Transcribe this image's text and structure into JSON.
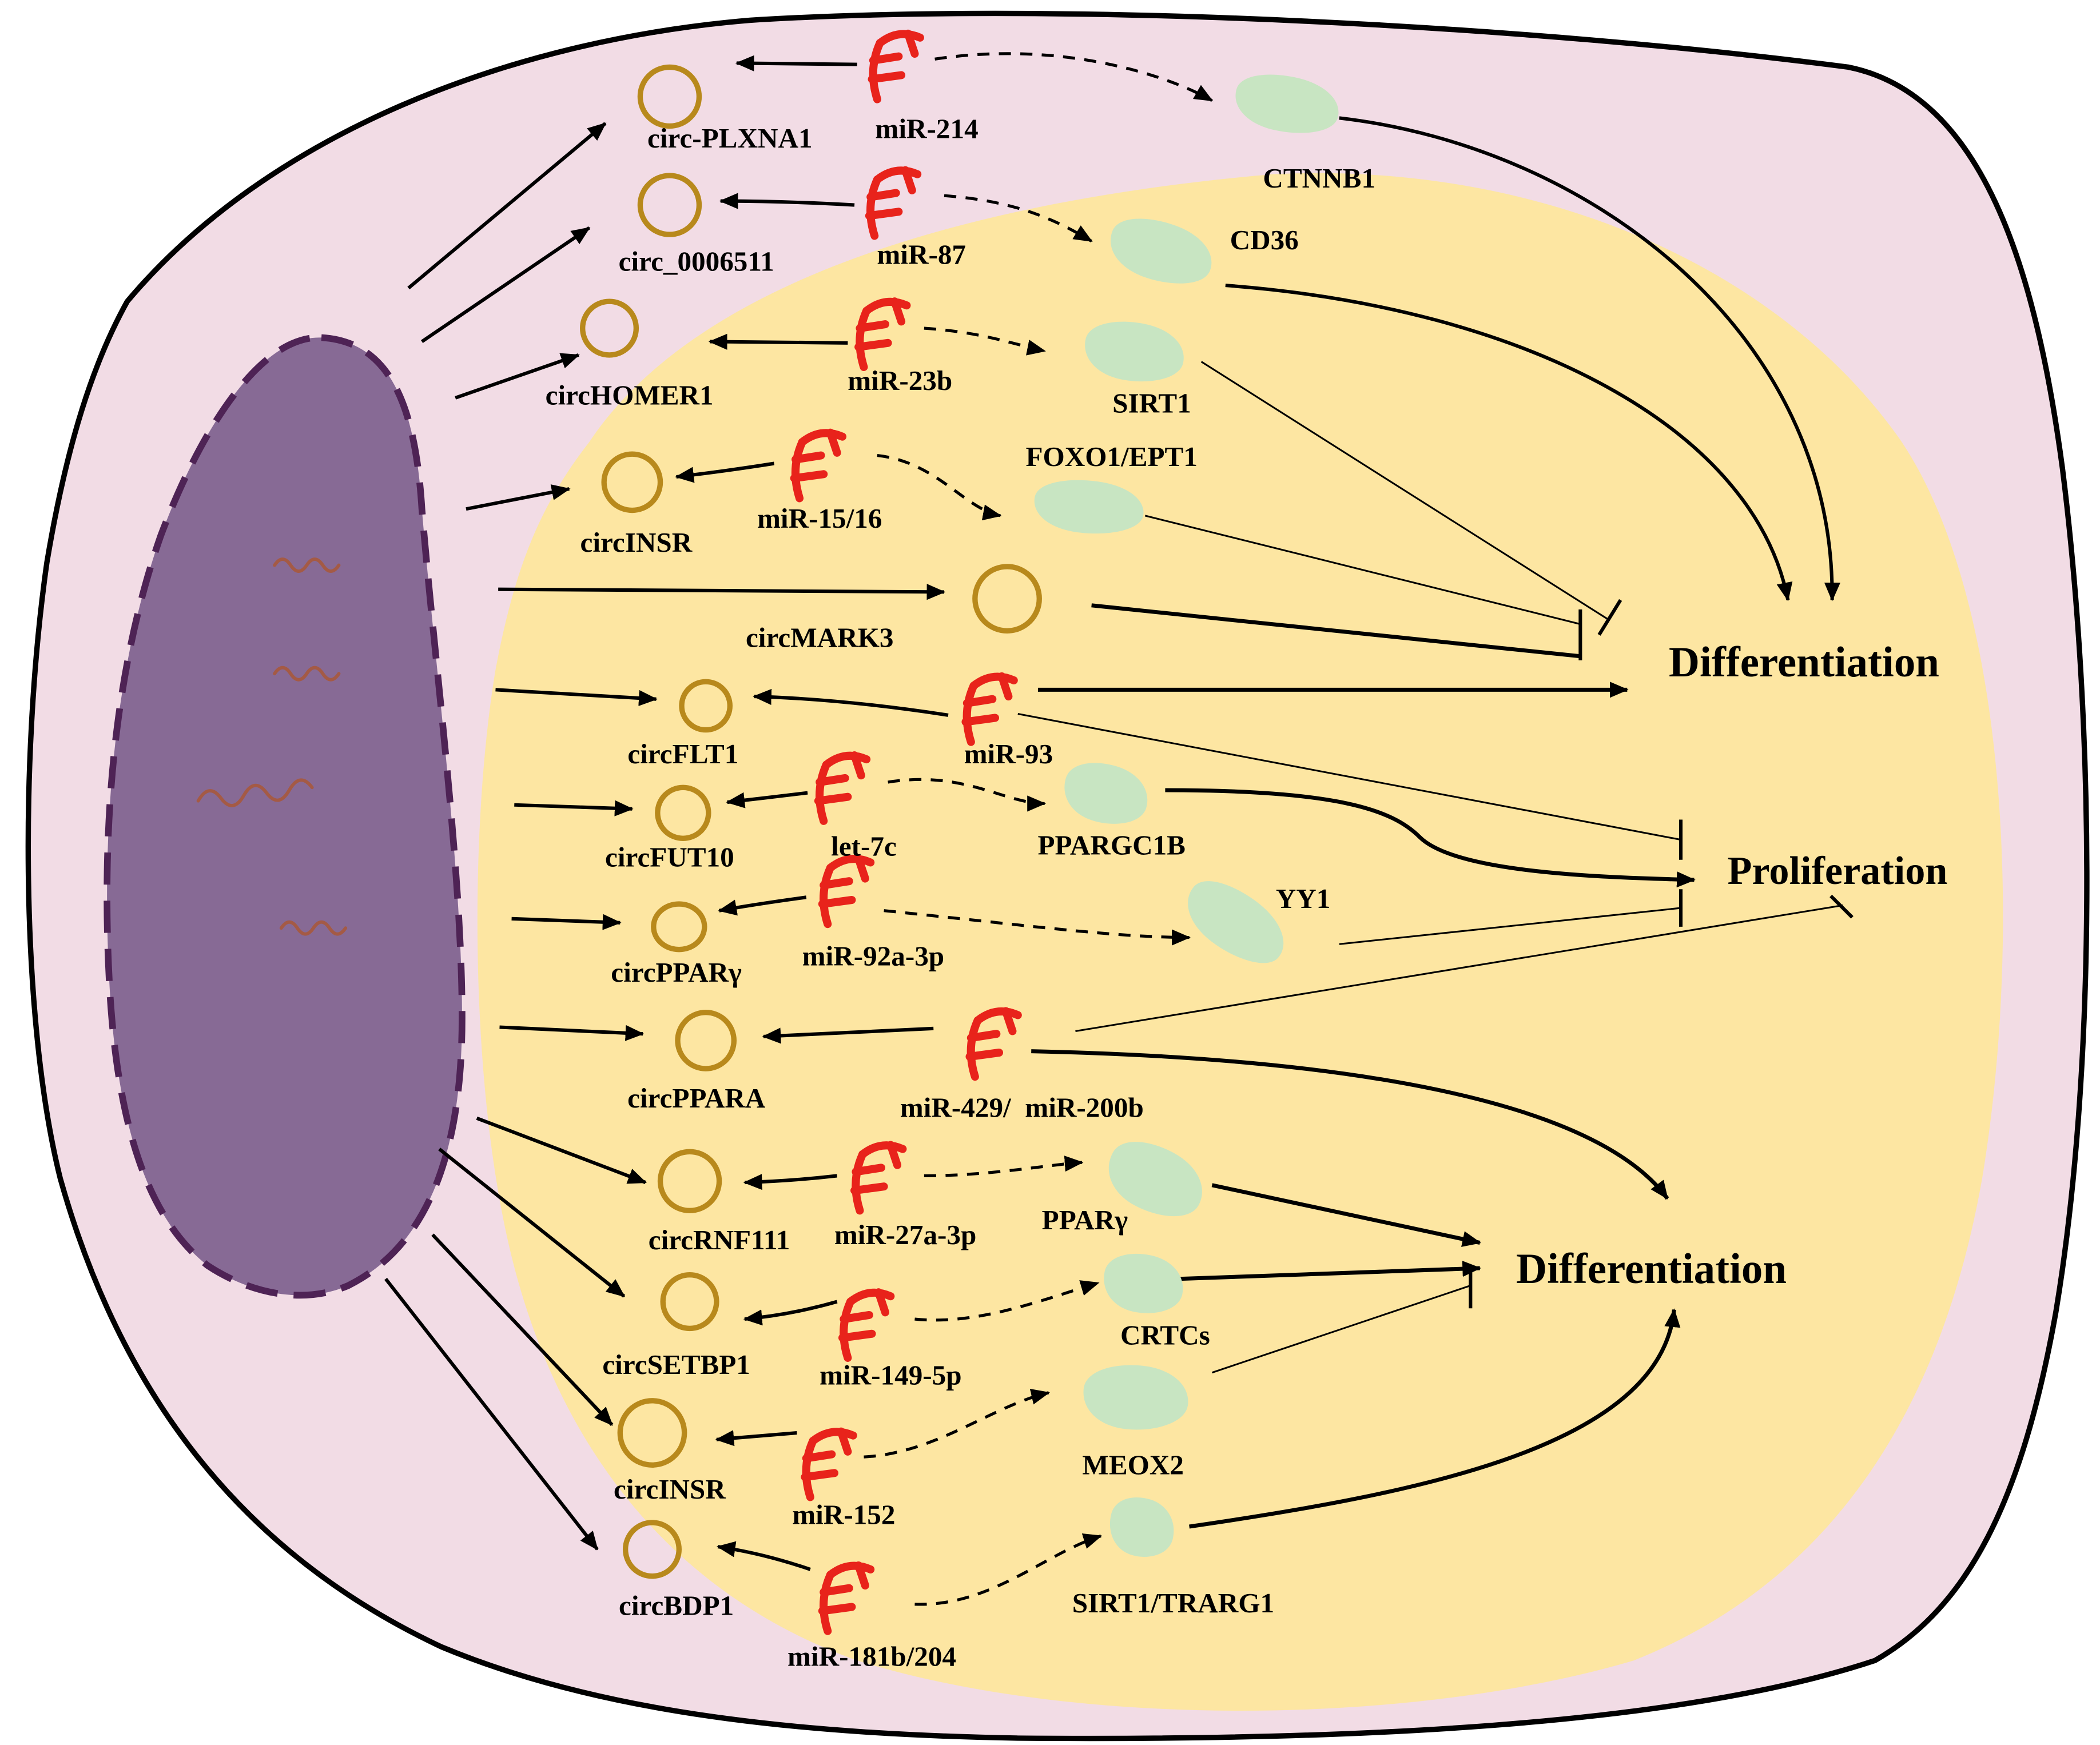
{
  "circrnas": [
    {
      "label": "circ-PLXNA1"
    },
    {
      "label": "circ_0006511"
    },
    {
      "label": "circHOMER1"
    },
    {
      "label": "circINSR"
    },
    {
      "label": "circMARK3"
    },
    {
      "label": "circFLT1"
    },
    {
      "label": "circFUT10"
    },
    {
      "label": "circPPARγ"
    },
    {
      "label": "circPPARA"
    },
    {
      "label": "circRNF111"
    },
    {
      "label": "circSETBP1"
    },
    {
      "label": "circINSR"
    },
    {
      "label": "circBDP1"
    }
  ],
  "mirnas": [
    {
      "label": "miR-214"
    },
    {
      "label": "miR-87"
    },
    {
      "label": "miR-23b"
    },
    {
      "label": "miR-15/16"
    },
    {
      "label": "miR-93"
    },
    {
      "label": "let-7c"
    },
    {
      "label": "miR-92a-3p"
    },
    {
      "label": "miR-429/  miR-200b"
    },
    {
      "label": "miR-27a-3p"
    },
    {
      "label": "miR-149-5p"
    },
    {
      "label": "miR-152"
    },
    {
      "label": "miR-181b/204"
    }
  ],
  "proteins": [
    {
      "label": "CTNNB1"
    },
    {
      "label": "CD36"
    },
    {
      "label": "SIRT1"
    },
    {
      "label": "FOXO1/EPT1"
    },
    {
      "label": "PPARGC1B"
    },
    {
      "label": "YY1"
    },
    {
      "label": "PPARγ"
    },
    {
      "label": "CRTCs"
    },
    {
      "label": "MEOX2"
    },
    {
      "label": "SIRT1/TRARG1"
    }
  ],
  "outcomes": {
    "differentiation_upper": "Differentiation",
    "proliferation": "Proliferation",
    "differentiation_lower": "Differentiation"
  },
  "colors": {
    "cell": "#f2dce5",
    "cytoplasm_zone": "#fde6a2",
    "nucleus": "#876a95",
    "nucleus_border": "#4e2355",
    "dna": "#a45a45",
    "circrna": "#b8891c",
    "mirna": "#e8231b",
    "protein": "#c8e5c2"
  },
  "icons": {
    "circrna": "circrna-ring-icon",
    "mirna": "mirna-icon",
    "protein": "protein-blob-icon"
  }
}
